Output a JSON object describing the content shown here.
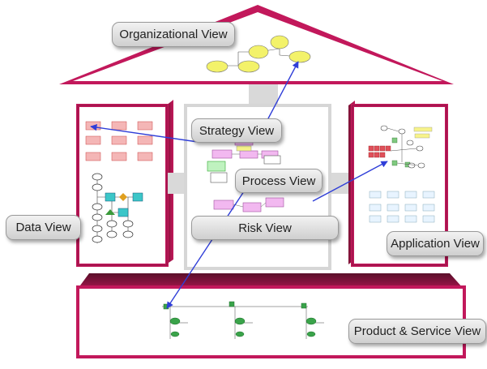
{
  "labels": {
    "organizational": "Organizational View",
    "strategy": "Strategy View",
    "process": "Process View",
    "risk": "Risk View",
    "data": "Data View",
    "application": "Application View",
    "product_service": "Product & Service View"
  },
  "colors": {
    "frame": "#c2185b",
    "roof_fill": "#ffffff",
    "wall_dark": "#5a0f2a",
    "connector": "#d9d9d9",
    "arrow": "#2f3ed8",
    "callout": "#e4e4e4"
  }
}
